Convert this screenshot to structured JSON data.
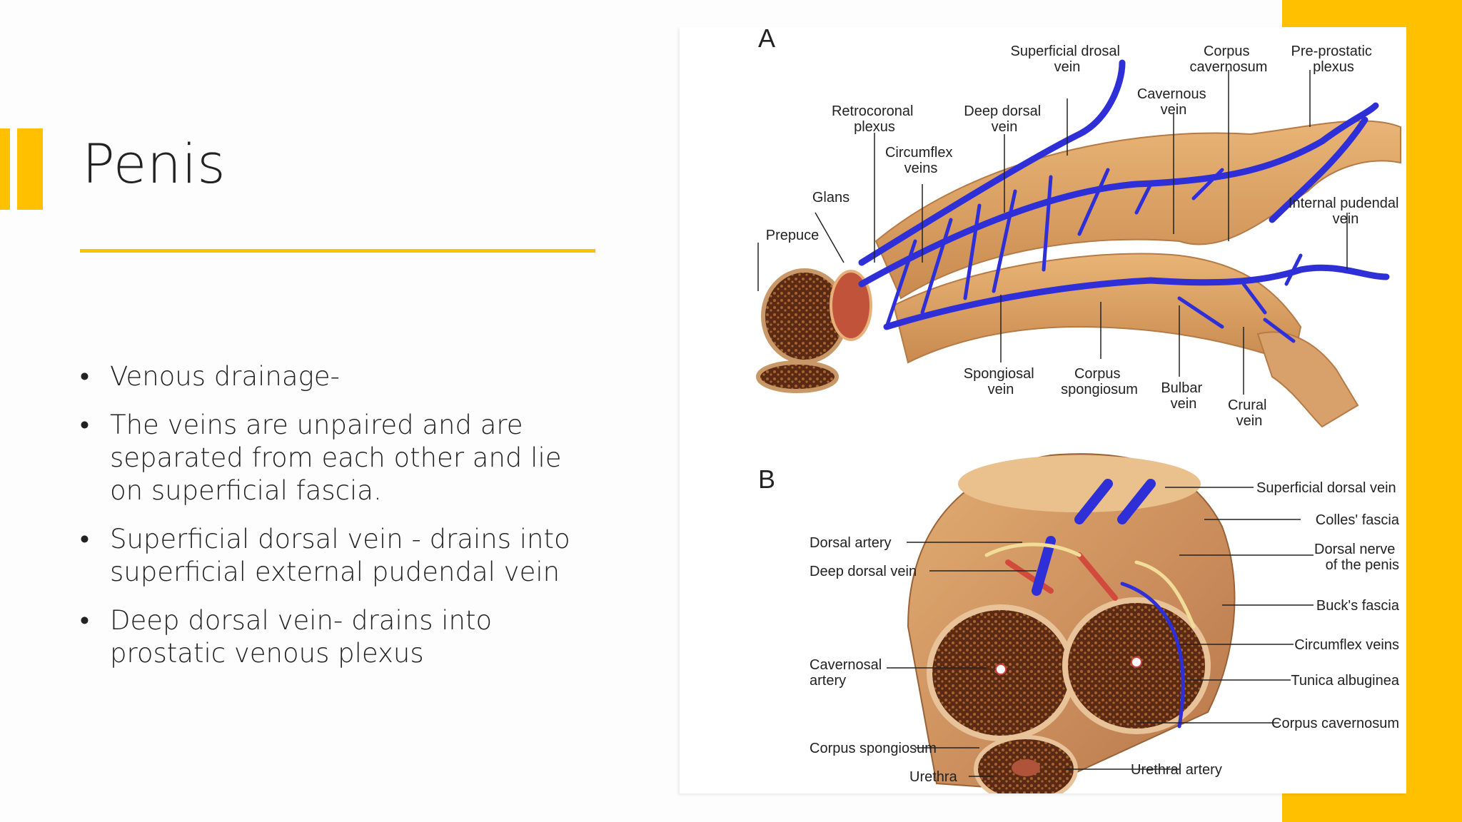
{
  "slide": {
    "title": "Penis",
    "bullets": [
      "Venous drainage-",
      "The veins are unpaired and are separated from each other and lie on superficial fascia.",
      "Superficial dorsal vein - drains into superficial external pudendal vein",
      "Deep dorsal vein- drains into prostatic venous plexus"
    ],
    "accent_color": "#FFC000"
  },
  "figure": {
    "panel_a": {
      "letter": "A",
      "labels": {
        "superficial_dorsal_vein": [
          "Superficial drosal",
          "vein"
        ],
        "corpus_cavernosum": [
          "Corpus",
          "cavernosum"
        ],
        "pre_prostatic_plexus": [
          "Pre-prostatic",
          "plexus"
        ],
        "cavernous_vein": [
          "Cavernous",
          "vein"
        ],
        "retrocoronal_plexus": [
          "Retrocoronal",
          "plexus"
        ],
        "deep_dorsal_vein": [
          "Deep dorsal",
          "vein"
        ],
        "circumflex_veins": [
          "Circumflex",
          "veins"
        ],
        "glans": [
          "Glans"
        ],
        "prepuce": [
          "Prepuce"
        ],
        "internal_pudendal_vein": [
          "Internal pudendal",
          "vein"
        ],
        "spongiosal_vein": [
          "Spongiosal",
          "vein"
        ],
        "corpus_spongiosum": [
          "Corpus",
          "spongiosum"
        ],
        "bulbar_vein": [
          "Bulbar",
          "vein"
        ],
        "crural_vein": [
          "Crural",
          "vein"
        ]
      }
    },
    "panel_b": {
      "letter": "B",
      "labels": {
        "superficial_dorsal_vein": "Superficial dorsal vein",
        "colles_fascia": "Colles' fascia",
        "dorsal_nerve": [
          "Dorsal nerve",
          "of the penis"
        ],
        "bucks_fascia": "Buck's fascia",
        "circumflex_veins": "Circumflex veins",
        "tunica_albuginea": "Tunica albuginea",
        "corpus_cavernosum": "Corpus cavernosum",
        "dorsal_artery": "Dorsal artery",
        "deep_dorsal_vein": "Deep dorsal vein",
        "cavernosal_artery": [
          "Cavernosal",
          "artery"
        ],
        "corpus_spongiosum": "Corpus spongiosum",
        "urethra": "Urethra",
        "urethral_artery": "Urethral artery"
      }
    }
  }
}
